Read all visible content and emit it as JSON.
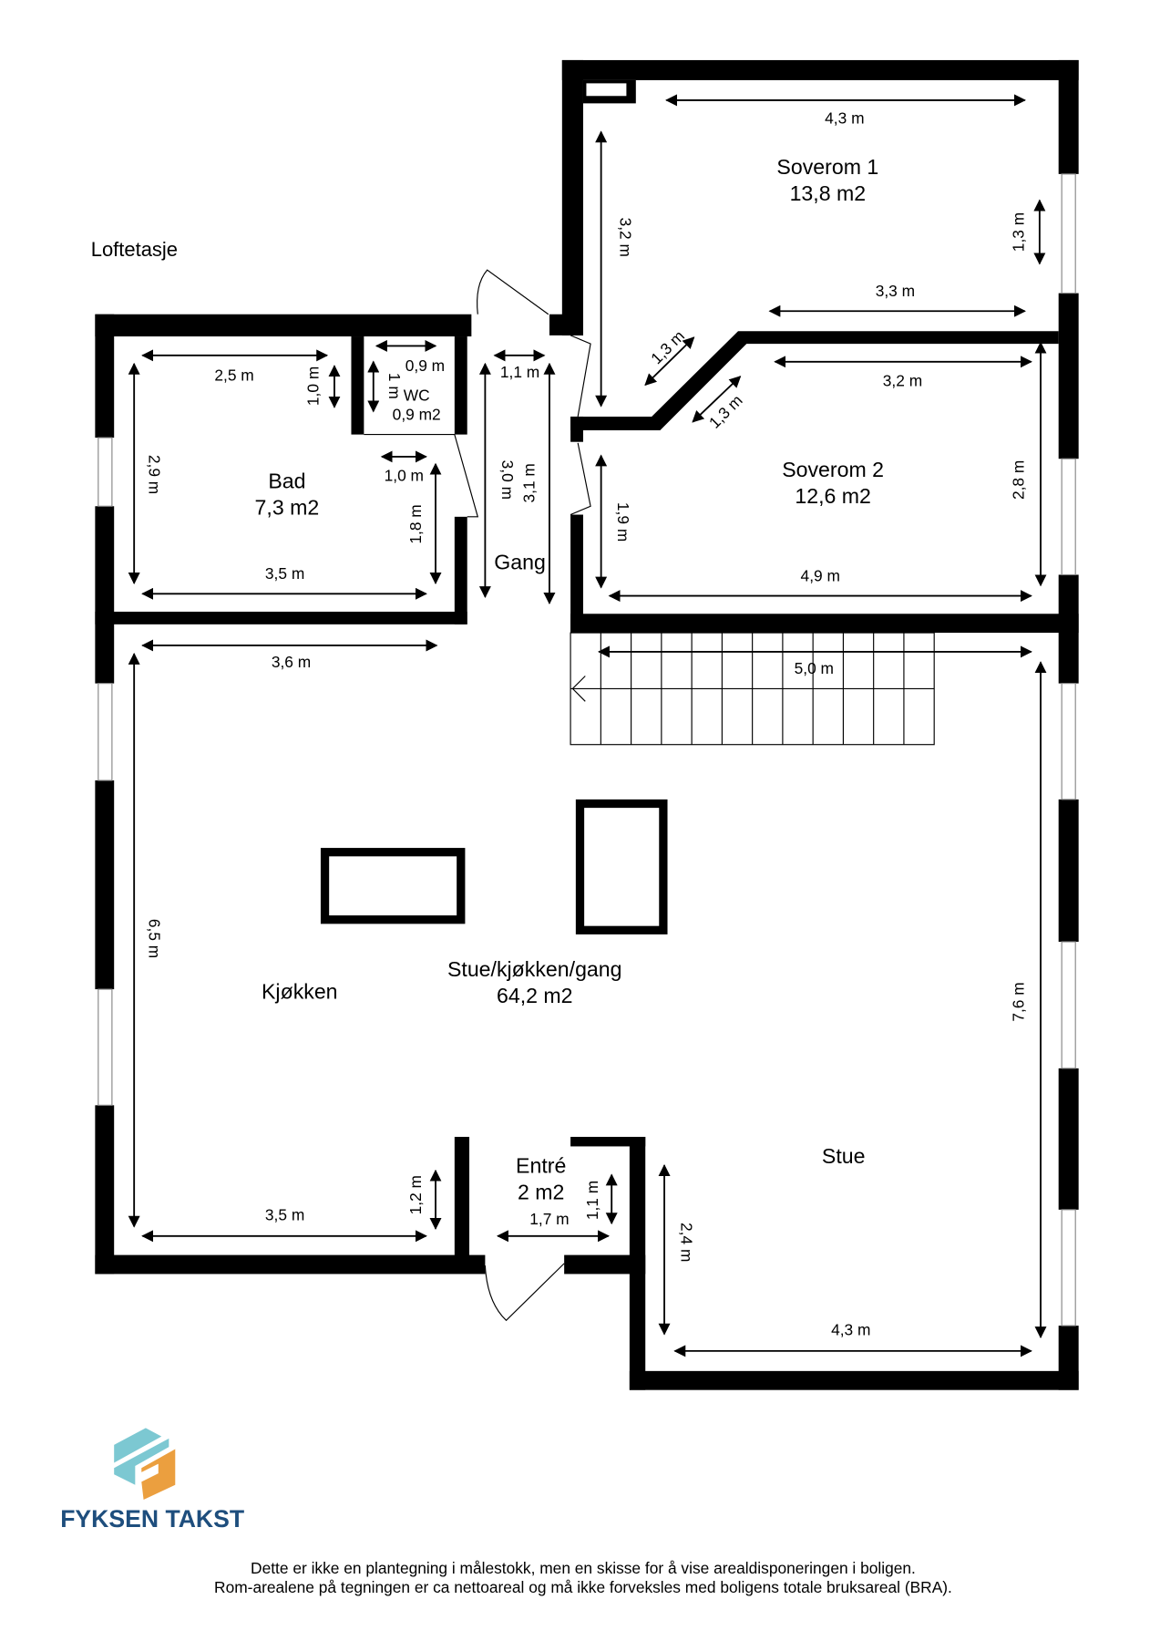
{
  "floor_label": "Loftetasje",
  "rooms": {
    "soverom1": {
      "name": "Soverom 1",
      "area": "13,8 m2"
    },
    "soverom2": {
      "name": "Soverom 2",
      "area": "12,6 m2"
    },
    "bad": {
      "name": "Bad",
      "area": "7,3 m2"
    },
    "wc": {
      "name": "WC",
      "area": "0,9 m2"
    },
    "gang": {
      "name": "Gang"
    },
    "stue_kjokken_gang": {
      "name": "Stue/kjøkken/gang",
      "area": "64,2 m2"
    },
    "kjokken": {
      "name": "Kjøkken"
    },
    "entre": {
      "name": "Entré",
      "area": "2 m2"
    },
    "stue": {
      "name": "Stue"
    }
  },
  "dims": [
    "4,3 m",
    "3,2 m",
    "1,3 m",
    "3,3 m",
    "1,3 m",
    "1,3 m",
    "3,2 m",
    "2,8 m",
    "1,9 m",
    "4,9 m",
    "1,1 m",
    "3,0 m",
    "3,1 m",
    "2,5 m",
    "1,0 m",
    "0,9 m",
    "1 m",
    "2,9 m",
    "1,0 m",
    "1,8 m",
    "3,5 m",
    "3,6 m",
    "6,5 m",
    "5,0 m",
    "7,6 m",
    "3,5 m",
    "1,2 m",
    "1,7 m",
    "1,1 m",
    "2,4 m",
    "4,3 m"
  ],
  "logo": {
    "text": "FYKSEN TAKST",
    "colors": {
      "teal": "#7cc8d2",
      "orange": "#eb9f3f",
      "text": "#1e4e7d"
    }
  },
  "footer": {
    "line1": "Dette er ikke en plantegning i målestokk, men en skisse for å vise arealdisponeringen i boligen.",
    "line2": "Rom-arealene på tegningen er ca nettoareal og må ikke forveksles med boligens totale bruksareal (BRA)."
  }
}
